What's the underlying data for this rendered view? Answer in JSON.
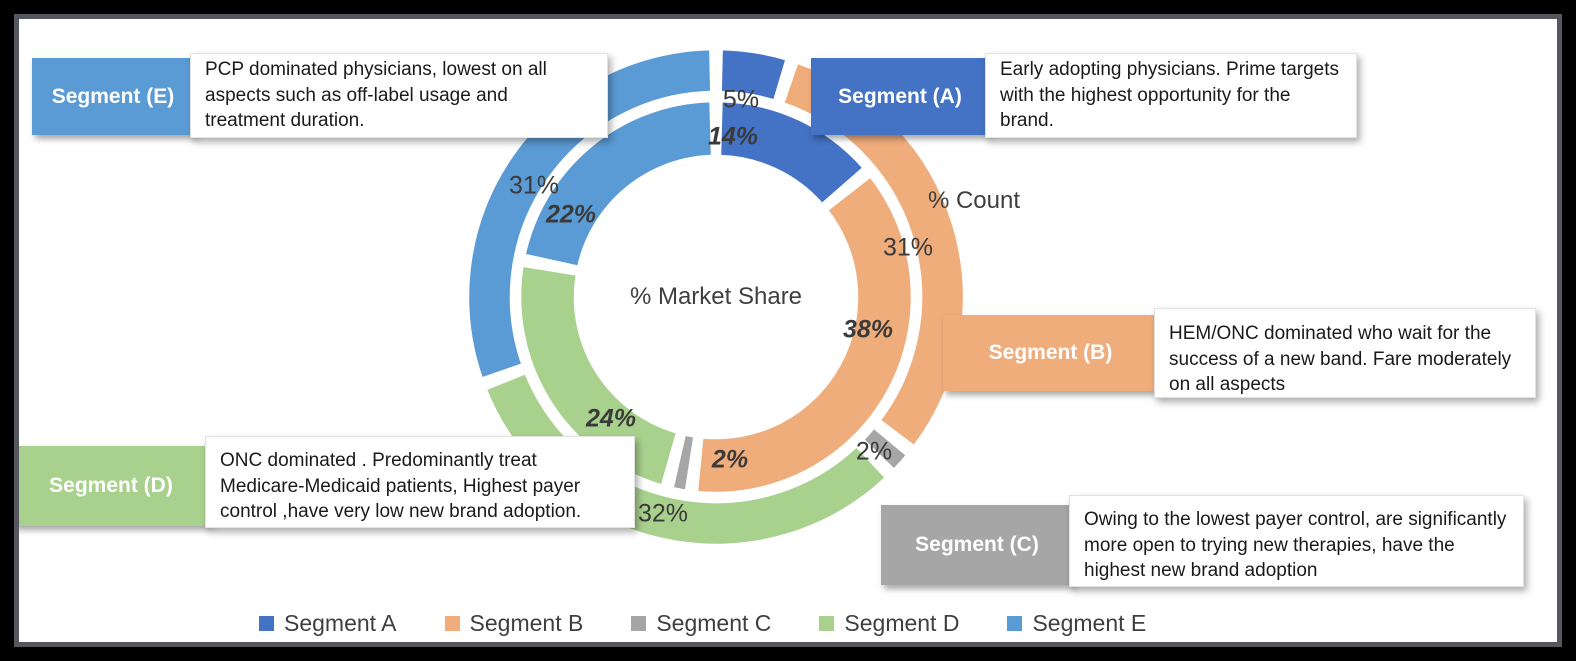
{
  "chart_data": {
    "type": "pie",
    "title": "",
    "subtitle": "",
    "variant": "double-donut",
    "legend_position": "bottom",
    "categories": [
      "Segment A",
      "Segment B",
      "Segment C",
      "Segment D",
      "Segment E"
    ],
    "colors": [
      "#4472C4",
      "#F0AD7C",
      "#A6A6A6",
      "#A9D18E",
      "#5B9BD5"
    ],
    "series": [
      {
        "name": "% Count",
        "ring": "outer",
        "values": [
          5,
          31,
          2,
          32,
          31
        ],
        "labels": [
          "5%",
          "31%",
          "2%",
          "32%",
          "31%"
        ]
      },
      {
        "name": "% Market Share",
        "ring": "inner",
        "values": [
          14,
          38,
          2,
          24,
          22
        ],
        "labels": [
          "14%",
          "38%",
          "2%",
          "24%",
          "22%"
        ]
      }
    ],
    "annotations": {
      "center_label": "% Market Share",
      "outer_ring_label": "% Count"
    }
  },
  "callouts": [
    {
      "id": "E",
      "tag": "Segment (E)",
      "text": "PCP dominated physicians, lowest on all aspects such as off-label usage and treatment duration.",
      "color": "#5B9BD5"
    },
    {
      "id": "A",
      "tag": "Segment (A)",
      "text": "Early adopting physicians. Prime targets with the highest opportunity for the brand.",
      "color": "#4472C4"
    },
    {
      "id": "B",
      "tag": "Segment (B)",
      "text": "HEM/ONC dominated who wait for the success of a new band. Fare moderately on all aspects",
      "color": "#F0AD7C"
    },
    {
      "id": "D",
      "tag": "Segment (D)",
      "text": "ONC dominated . Predominantly treat Medicare-Medicaid patients, Highest payer control ,have very low new brand adoption.",
      "color": "#A9D18E"
    },
    {
      "id": "C",
      "tag": "Segment (C)",
      "text": "Owing to the lowest payer control, are significantly more open to trying new therapies, have the highest new brand adoption",
      "color": "#A6A6A6"
    }
  ],
  "legend": {
    "items": [
      {
        "label": "Segment A",
        "color": "#4472C4"
      },
      {
        "label": "Segment B",
        "color": "#F0AD7C"
      },
      {
        "label": "Segment C",
        "color": "#A6A6A6"
      },
      {
        "label": "Segment D",
        "color": "#A9D18E"
      },
      {
        "label": "Segment E",
        "color": "#5B9BD5"
      }
    ]
  },
  "donut": {
    "center_label": "% Market Share",
    "outer_series_label": "% Count",
    "outer_labels": [
      "5%",
      "31%",
      "2%",
      "32%",
      "31%"
    ],
    "inner_labels": [
      "14%",
      "38%",
      "2%",
      "24%",
      "22%"
    ]
  }
}
